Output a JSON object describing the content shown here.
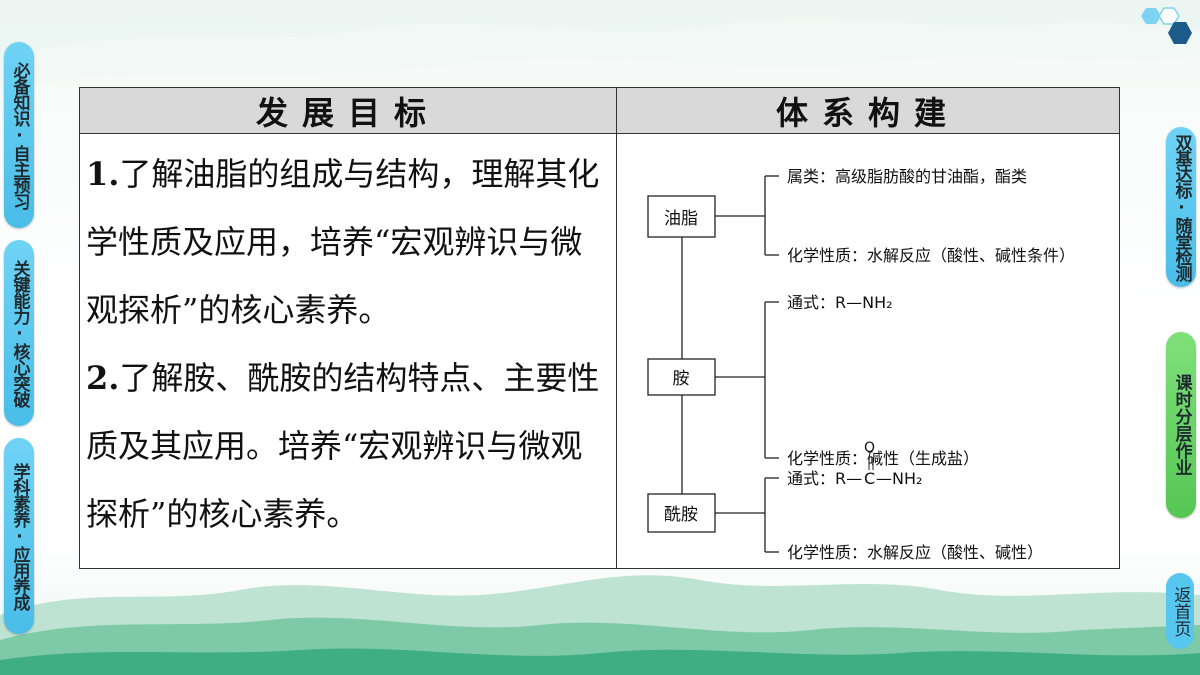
{
  "left_nav": [
    {
      "label": "必备知识·自主预习"
    },
    {
      "label": "关键能力·核心突破"
    },
    {
      "label": "学科素养·应用养成"
    }
  ],
  "right_nav": [
    {
      "label": "双基达标·随堂检测"
    },
    {
      "label": "课时分层作业"
    }
  ],
  "home_label": "返首页",
  "table": {
    "header_left": "发展目标",
    "header_right": "体系构建",
    "goals": [
      {
        "number": "1.",
        "text": "了解油脂的组成与结构，理解其化学性质及应用，培养“宏观辨识与微观探析”的核心素养。"
      },
      {
        "number": "2.",
        "text": "了解胺、酰胺的结构特点、主要性质及其应用。培养“宏观辨识与微观探析”的核心素养。"
      }
    ]
  },
  "diagram": {
    "nodes": [
      "油脂",
      "胺",
      "酰胺"
    ],
    "fat_class": "属类：高级脂肪酸的甘油酯，酯类",
    "fat_chem": "化学性质：水解反应（酸性、碱性条件）",
    "amine_formula": "通式：R—NH₂",
    "amine_chem": "化学性质：碱性（生成盐）",
    "amide_formula_prefix": "通式：R—",
    "amide_carbon": "C",
    "amide_oxygen": "O",
    "amide_tail": "—NH₂",
    "amide_chem": "化学性质：水解反应（酸性、碱性）"
  }
}
